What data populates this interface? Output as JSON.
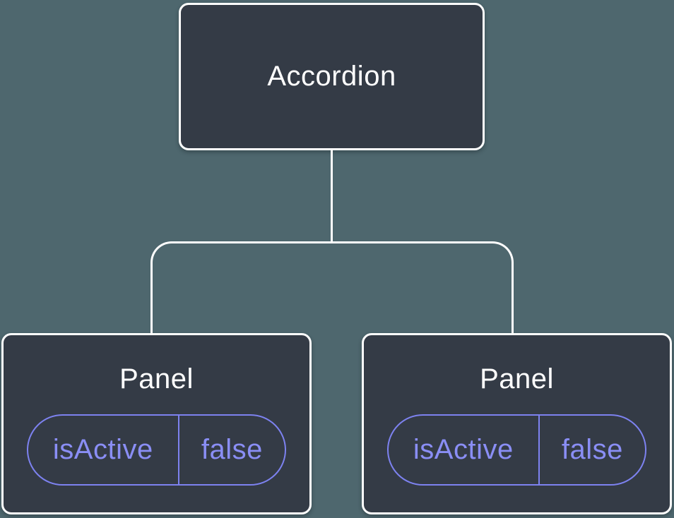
{
  "diagram": {
    "kind": "component-tree",
    "colors": {
      "background": "#4e676e",
      "node_fill": "#343b46",
      "node_border": "#ffffff",
      "node_text": "#ffffff",
      "connector": "#ffffff",
      "state_text": "#8a8ef5",
      "state_border": "#7d82f0"
    },
    "tree": {
      "root": {
        "label": "Accordion"
      },
      "children": [
        {
          "label": "Panel",
          "state": {
            "name": "isActive",
            "value": "false"
          }
        },
        {
          "label": "Panel",
          "state": {
            "name": "isActive",
            "value": "false"
          }
        }
      ]
    }
  }
}
